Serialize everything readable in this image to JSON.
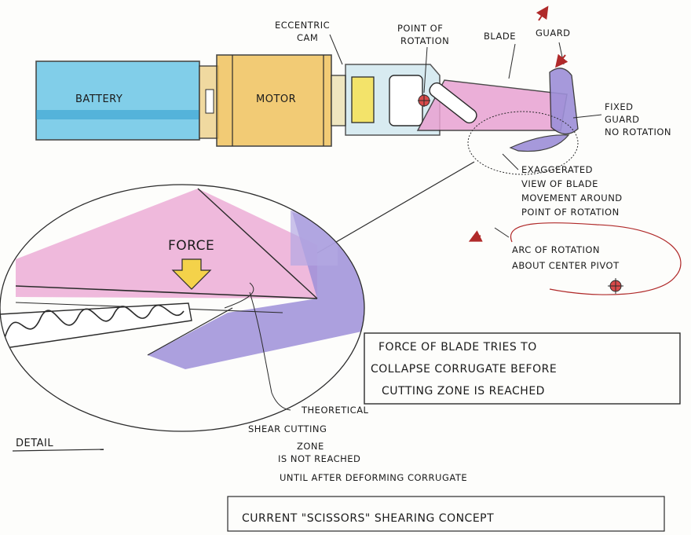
{
  "labels": {
    "battery": "BATTERY",
    "motor": "MOTOR",
    "eccentric_cam_1": "ECCENTRIC",
    "eccentric_cam_2": "CAM",
    "point_rotation_1": "POINT OF",
    "point_rotation_2": "ROTATION",
    "blade": "BLADE",
    "guard": "GUARD",
    "fixed_guard_1": "FIXED",
    "fixed_guard_2": "GUARD",
    "fixed_guard_3": "NO ROTATION",
    "exaggerated_1": "EXAGGERATED",
    "exaggerated_2": "VIEW OF BLADE",
    "exaggerated_3": "MOVEMENT AROUND",
    "exaggerated_4": "POINT OF ROTATION",
    "arc_1": "ARC OF ROTATION",
    "arc_2": "ABOUT CENTER PIVOT",
    "force": "FORCE",
    "force_box_1": "FORCE OF BLADE TRIES TO",
    "force_box_2": "COLLAPSE CORRUGATE BEFORE",
    "force_box_3": "CUTTING ZONE IS REACHED",
    "theoretical_1": "THEORETICAL",
    "theoretical_2": "SHEAR CUTTING",
    "theoretical_3": "ZONE",
    "theoretical_4": "IS NOT REACHED",
    "theoretical_5": "UNTIL AFTER DEFORMING CORRUGATE",
    "detail": "DETAIL",
    "title": "CURRENT \"SCISSORS\" SHEARING CONCEPT"
  },
  "colors": {
    "battery": "#6cc6e6",
    "motor": "#f1c35e",
    "cam": "#f3e36a",
    "housing": "#cfe7ef",
    "blade": "#e9a2d2",
    "guard": "#9d8fd8",
    "arrow_red": "#b02a2a",
    "force_arrow": "#f4d24a"
  },
  "icons": {
    "pivot": "crosshair-circle-icon",
    "force_arrow": "down-arrow-icon",
    "direction_arrows": "red-arrow-icon"
  }
}
